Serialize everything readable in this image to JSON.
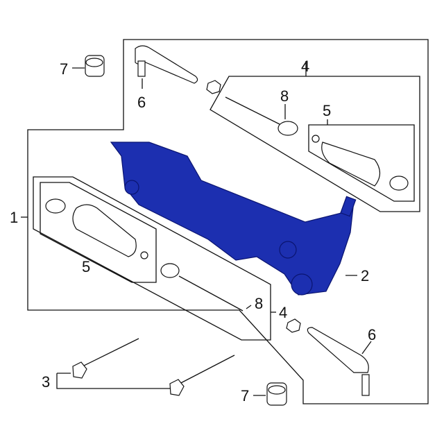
{
  "callouts": {
    "c7_top": "7",
    "c6_top": "6",
    "c4_top": "4",
    "c8_top": "8",
    "c5_right": "5",
    "c1": "1",
    "c5_left": "5",
    "c2": "2",
    "c8_bottom": "8",
    "c4_bottom": "4",
    "c6_bottom": "6",
    "c3": "3",
    "c7_bottom": "7"
  },
  "colors": {
    "highlight_part": "#1c2fb0",
    "line": "#111111"
  }
}
